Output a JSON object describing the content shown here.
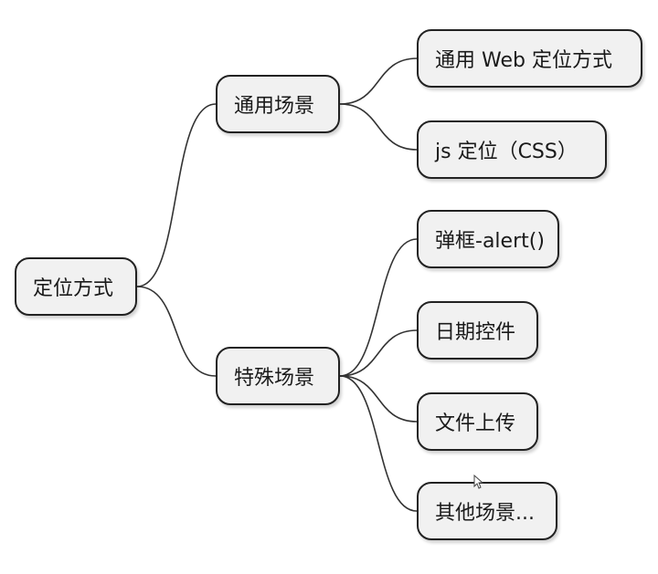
{
  "mindmap": {
    "root": {
      "label": "定位方式"
    },
    "branches": [
      {
        "label": "通用场景",
        "children": [
          {
            "label": "通用 Web 定位方式"
          },
          {
            "label": "js 定位（CSS）"
          }
        ]
      },
      {
        "label": "特殊场景",
        "children": [
          {
            "label": "弹框-alert()"
          },
          {
            "label": "日期控件"
          },
          {
            "label": "文件上传"
          },
          {
            "label": "其他场景..."
          }
        ]
      }
    ]
  },
  "colors": {
    "node_fill": "#f1f1f1",
    "node_border": "#222222",
    "link": "#333333",
    "text": "#1a1a1a"
  },
  "icons": {
    "cursor": "mouse-pointer-icon"
  }
}
